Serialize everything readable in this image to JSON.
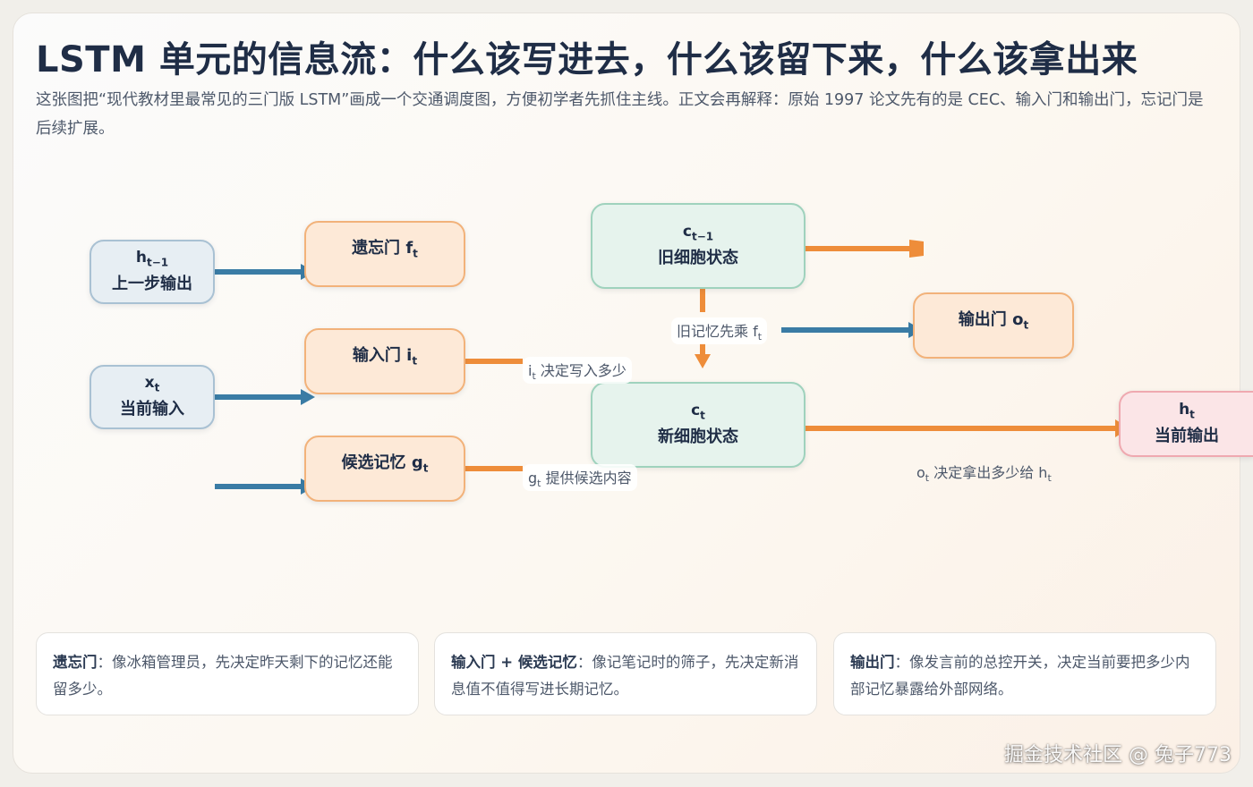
{
  "title": "LSTM 单元的信息流：什么该写进去，什么该留下来，什么该拿出来",
  "subtitle": "这张图把“现代教材里最常见的三门版 LSTM”画成一个交通调度图，方便初学者先抓住主线。正文会再解释：原始 1997 论文先有的是 CEC、输入门和输出门，忘记门是后续扩展。",
  "colors": {
    "arrow_blue": "#3a7ca5",
    "arrow_orange": "#ee8d3a",
    "title": "#1f2d46"
  },
  "nodes": {
    "h_prev": {
      "sym": "h",
      "sub": "t−1",
      "label": "上一步输出"
    },
    "x_t": {
      "sym": "x",
      "sub": "t",
      "label": "当前输入"
    },
    "forget_gate": {
      "label": "遗忘门 f",
      "sub": "t"
    },
    "input_gate": {
      "label": "输入门 i",
      "sub": "t"
    },
    "candidate": {
      "label": "候选记忆 g",
      "sub": "t"
    },
    "c_prev": {
      "sym": "c",
      "sub": "t−1",
      "label": "旧细胞状态"
    },
    "c_t": {
      "sym": "c",
      "sub": "t",
      "label": "新细胞状态"
    },
    "output_gate": {
      "label": "输出门 o",
      "sub": "t"
    },
    "h_t": {
      "sym": "h",
      "sub": "t",
      "label": "当前输出"
    }
  },
  "edge_labels": {
    "input_decides": {
      "sym": "i",
      "sub": "t",
      "text": " 决定写入多少"
    },
    "candidate_provides": {
      "sym": "g",
      "sub": "t",
      "text": " 提供候选内容"
    },
    "old_memory": {
      "text": "旧记忆先乘 f",
      "sub": "t"
    },
    "output_decides": {
      "sym": "o",
      "sub": "t",
      "text": " 决定拿出多少给 h",
      "sub2": "t"
    }
  },
  "notes": [
    {
      "bold": "遗忘门",
      "text": "：像冰箱管理员，先决定昨天剩下的记忆还能留多少。"
    },
    {
      "bold": "输入门 + 候选记忆",
      "text": "：像记笔记时的筛子，先决定新消息值不值得写进长期记忆。"
    },
    {
      "bold": "输出门",
      "text": "：像发言前的总控开关，决定当前要把多少内部记忆暴露给外部网络。"
    }
  ],
  "watermark": "掘金技术社区 @ 兔子773"
}
